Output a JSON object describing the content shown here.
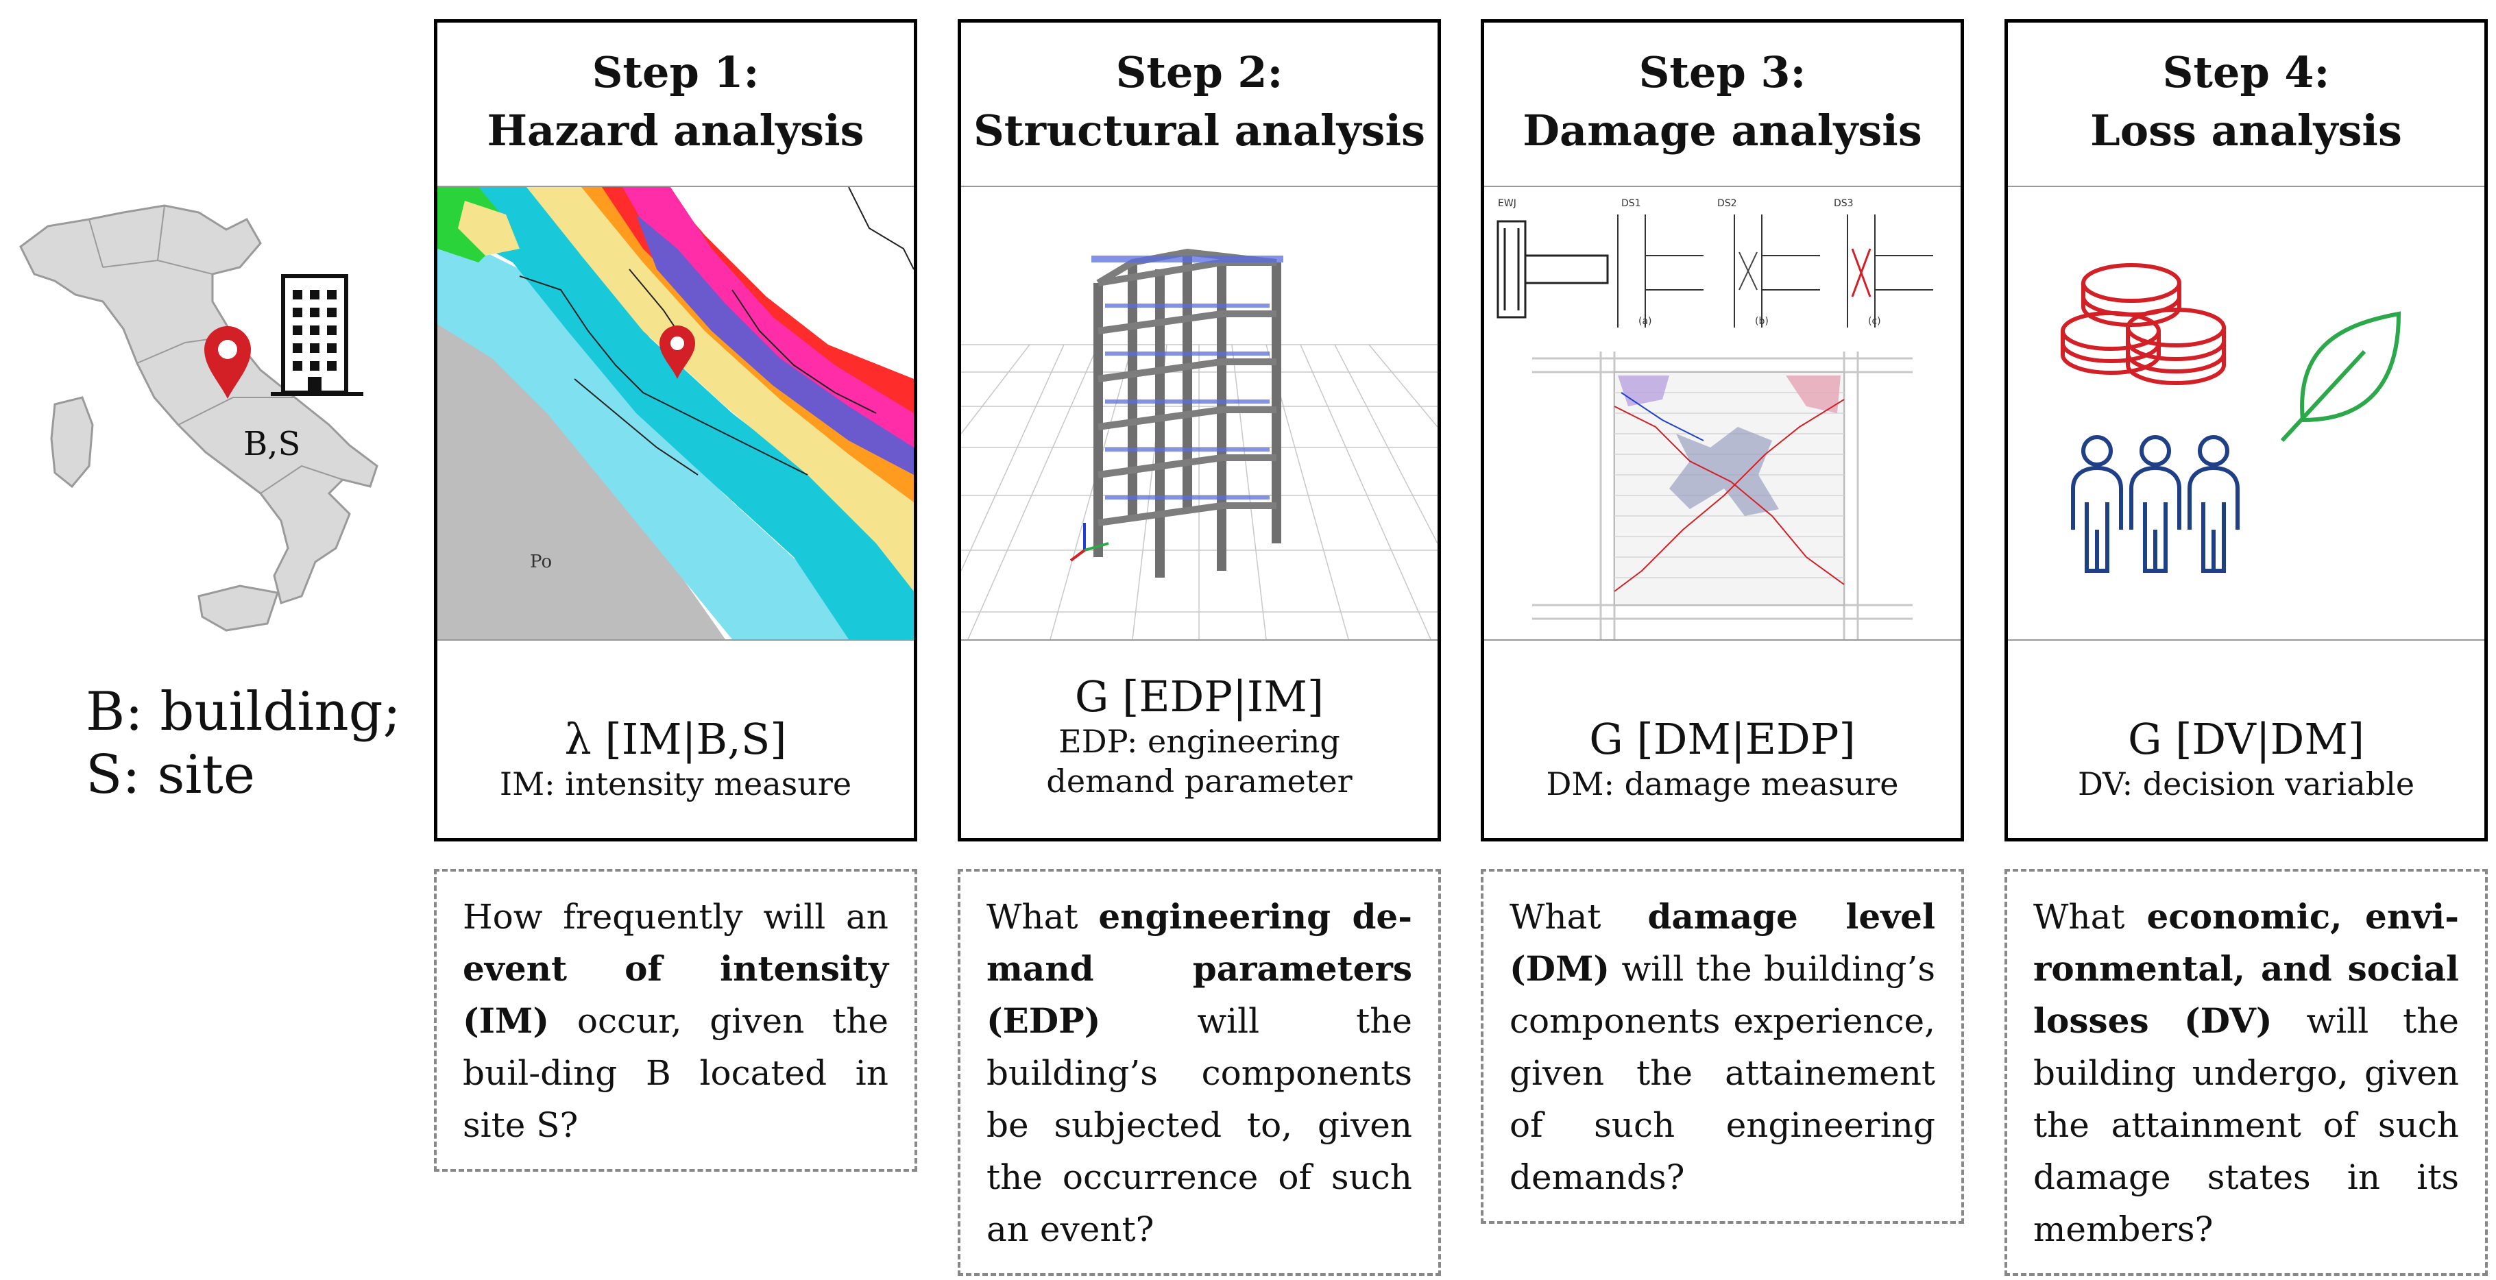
{
  "left": {
    "site_label": "B,S",
    "legend_line1": "B: building;",
    "legend_line2": "S: site",
    "colors": {
      "map_fill": "#d9d9d9",
      "map_stroke": "#9a9a9a",
      "pin": "#d32027"
    },
    "icons": [
      "italy-map-icon",
      "location-pin-icon",
      "building-icon"
    ]
  },
  "steps": [
    {
      "title_line1": "Step 1:",
      "title_line2": "Hazard analysis",
      "formula_line1": "λ [IM|B,S]",
      "formula_line2": "IM: intensity measure",
      "formula_line3": "",
      "image": "hazard-map-image",
      "question": {
        "p1": "How frequently will an ",
        "b1": "event of intensity (IM)",
        "p2": " occur, given the buil-ding B located in site S?",
        "b2": "",
        "p3": ""
      }
    },
    {
      "title_line1": "Step 2:",
      "title_line2": "Structural analysis",
      "formula_line1": "G [EDP|IM]",
      "formula_line2": "EDP: engineering",
      "formula_line3": "demand parameter",
      "image": "structural-frame-model-image",
      "question": {
        "p1": "What ",
        "b1": "engineering de-mand parameters (EDP)",
        "p2": " will the building’s components be subjected to, given the occurrence of such an event?",
        "b2": "",
        "p3": ""
      }
    },
    {
      "title_line1": "Step 3:",
      "title_line2": "Damage analysis",
      "formula_line1": "G [DM|EDP]",
      "formula_line2": "DM: damage measure",
      "formula_line3": "",
      "image": "damage-states-image",
      "damage_labels": [
        "EWJ",
        "DS1",
        "DS2",
        "DS3",
        "(a)",
        "(b)",
        "(c)"
      ],
      "question": {
        "p1": "What ",
        "b1": "damage level (DM)",
        "p2": " will the building’s components experience, given the attainement of such engineering demands?",
        "b2": "",
        "p3": ""
      }
    },
    {
      "title_line1": "Step 4:",
      "title_line2": "Loss analysis",
      "formula_line1": "G [DV|DM]",
      "formula_line2": "DV: decision variable",
      "formula_line3": "",
      "image": "loss-icons-image",
      "icons": [
        "coins-icon",
        "leaf-icon",
        "people-icon"
      ],
      "colors": {
        "coins": "#d32027",
        "leaf": "#2aa84a",
        "people": "#1f3f86"
      },
      "question": {
        "p1": "What ",
        "b1": "economic, envi-ronmental, and social losses (DV)",
        "p2": " will the building undergo, given the attainment of such damage states in its members?",
        "b2": "",
        "p3": ""
      }
    }
  ],
  "hazard_map_label": "Po"
}
